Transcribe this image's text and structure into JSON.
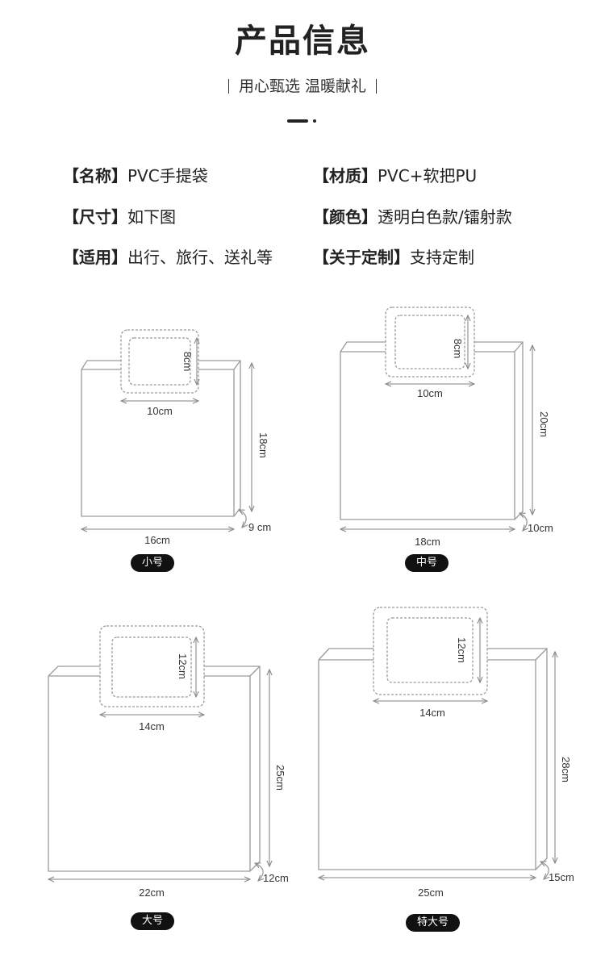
{
  "header": {
    "title": "产品信息",
    "subtitle": "用心甄选 温暖献礼"
  },
  "specs": [
    {
      "key": "【名称】",
      "value": "PVC手提袋"
    },
    {
      "key": "【材质】",
      "value": "PVC+软把PU"
    },
    {
      "key": "【尺寸】",
      "value": "如下图"
    },
    {
      "key": "【颜色】",
      "value": "透明白色款/镭射款"
    },
    {
      "key": "【适用】",
      "value": "出行、旅行、送礼等"
    },
    {
      "key": "【关于定制】",
      "value": "支持定制"
    }
  ],
  "sizes": [
    {
      "label": "小号",
      "handle_h": "8cm",
      "handle_w": "10cm",
      "height": "18cm",
      "width": "16cm",
      "depth": "9 cm"
    },
    {
      "label": "中号",
      "handle_h": "8cm",
      "handle_w": "10cm",
      "height": "20cm",
      "width": "18cm",
      "depth": "10cm"
    },
    {
      "label": "大号",
      "handle_h": "12cm",
      "handle_w": "14cm",
      "height": "25cm",
      "width": "22cm",
      "depth": "12cm"
    },
    {
      "label": "特大号",
      "handle_h": "12cm",
      "handle_w": "14cm",
      "height": "28cm",
      "width": "25cm",
      "depth": "15cm"
    }
  ]
}
